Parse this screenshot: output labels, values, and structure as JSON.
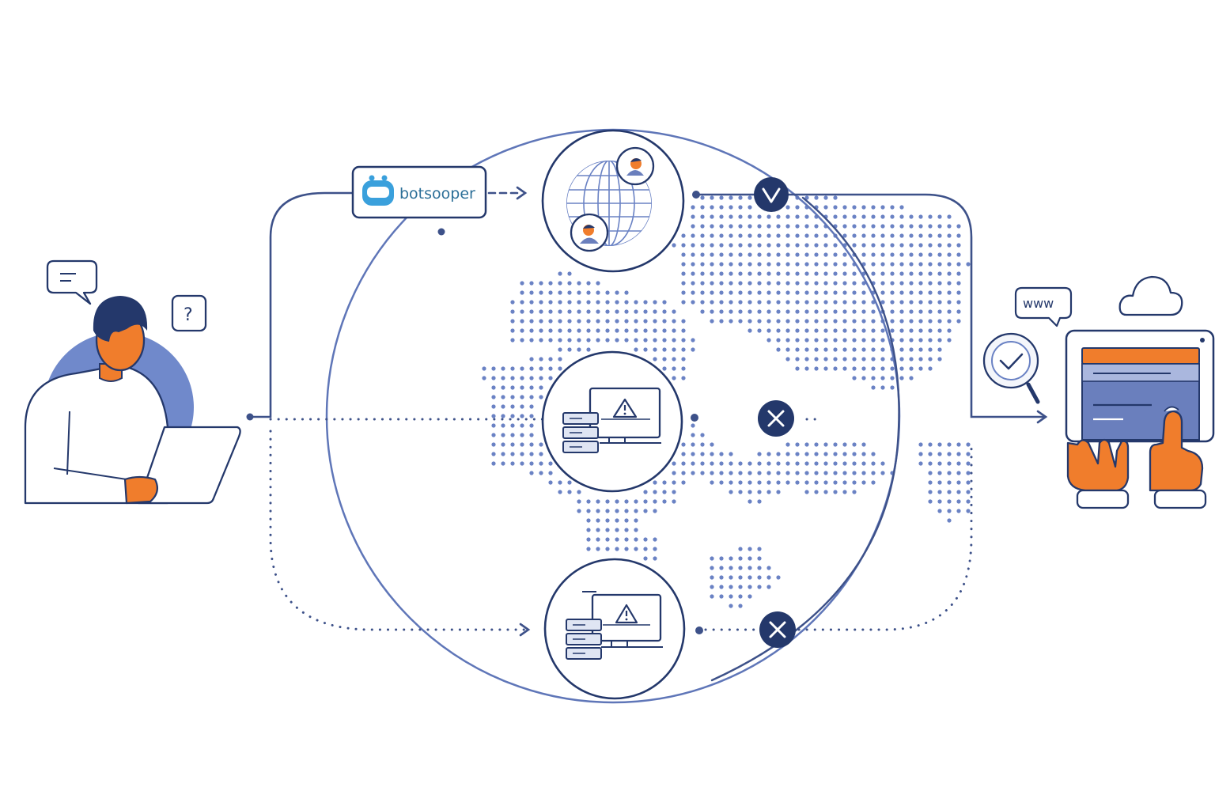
{
  "colors": {
    "navy": "#24386b",
    "route": "#3d5189",
    "ring": "#5f76b8",
    "dots": "#6a82c4",
    "accent": "#f07d2c",
    "user_circle": "#7089cb",
    "brand_icon": "#3aa0dc",
    "brand_text": "#2c6f98",
    "screen_blue": "#6a7fbd",
    "light_fill": "#e9eef8"
  },
  "brand": {
    "name": "botsooper",
    "icon": "bot-face-icon"
  },
  "user": {
    "question_mark": "?",
    "chat_icon": "chat-bubble-icon"
  },
  "routes": [
    {
      "id": "proxy",
      "icon": "globe-people-icon",
      "status": "success",
      "status_icon": "check-icon"
    },
    {
      "id": "server-1",
      "icon": "server-warning-icon",
      "status": "blocked",
      "status_icon": "x-icon"
    },
    {
      "id": "server-2",
      "icon": "server-warning-icon",
      "status": "blocked",
      "status_icon": "x-icon"
    }
  ],
  "website": {
    "url_label": "www",
    "cloud_icon": "cloud-icon",
    "search_icon": "magnifier-check-icon",
    "browser_icon": "browser-window-icon"
  }
}
